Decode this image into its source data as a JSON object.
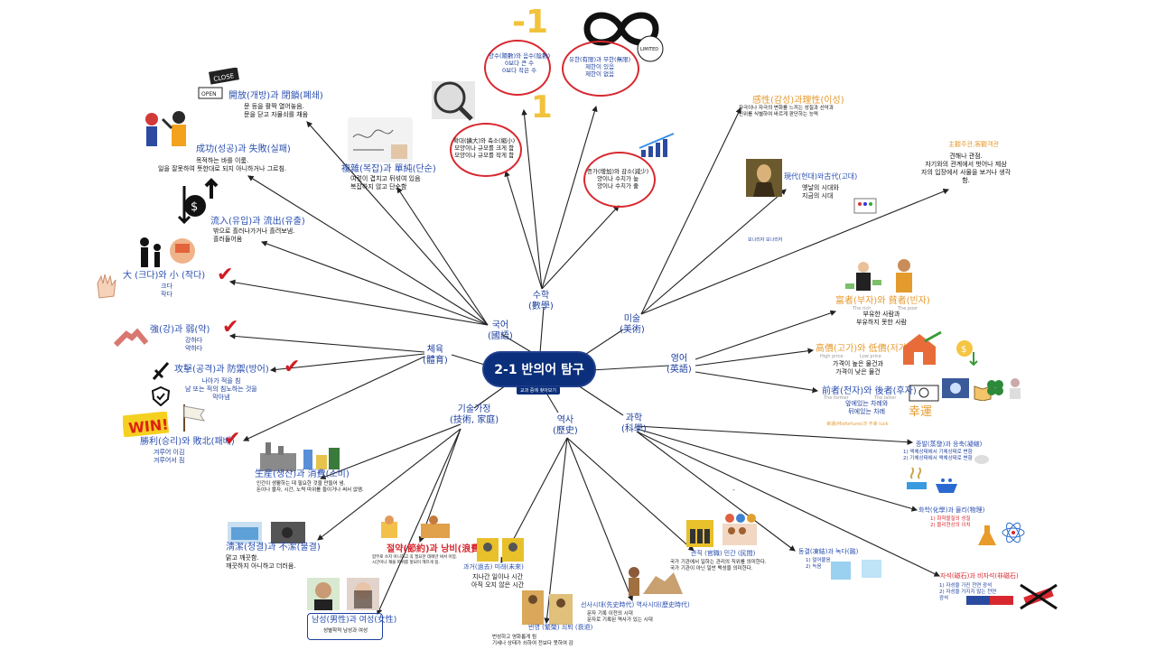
{
  "center": {
    "title": "2-1 반의어 탐구",
    "subtitle": "교과 중에 찾아보기"
  },
  "branches": {
    "korean": "국어\n(國語)",
    "math": "수학\n(數學)",
    "art": "미술\n(美術)",
    "pe": "체육\n(體育)",
    "english": "영어\n(英語)",
    "tech": "기술가정\n(技術, 家庭)",
    "history": "역사\n(歷史)",
    "science": "과학\n(科學)"
  },
  "korean": {
    "open_close": {
      "title": "開放(개방)과 閉鎖(폐쇄)",
      "desc": "문 등을 활짝 열어놓음.\n문을 닫고 자물쇠를 채움"
    },
    "complex_simple": {
      "title": "複雜(복잡)과 單純(단순)",
      "desc": "여럿이 겹치고 뒤섞여 있음\n복잡하지 않고 단순함"
    },
    "success_fail": {
      "title": "成功(성공)과 失敗(실패)",
      "desc": "목적하는 바를 이룸.\n일을 잘못하여 뜻한대로 되지 아니하거나 그르침."
    },
    "inflow_outflow": {
      "title": "流入(유입)과 流出(유출)",
      "desc": "밖으로 흘러나가거나 흘려보냄.\n흘러들어옴"
    },
    "big_small": {
      "title": "大 (크다)와 小 (작다)",
      "desc": "크다\n작다"
    },
    "sign_open": "OPEN",
    "sign_close": "CLOSE"
  },
  "math": {
    "plus_minus": {
      "text": "양수(陽數)와 음수(陰數)\n0보다 큰 수\n0보다 작은 수"
    },
    "finite_infinite": {
      "text": "유한(有限)과 무한(無限)\n제한이 있음\n제한이 없음"
    },
    "enlarge_reduce": {
      "text": "확대(擴大)와 축소(縮小)\n모양이나 규모를 크게 함\n모양이나 규모를 작게 함"
    },
    "increase_decrease": {
      "text": "증가(增加)와 감소(減少)\n양이나 수치가 늚\n양이나 수치가 줆"
    },
    "minus_one": "-1",
    "one": "1",
    "limited": "LIMITED"
  },
  "art": {
    "sense_reason": {
      "title": "感性(감성)과理性(이성)",
      "desc": "자극이나 자극의 변화를 느끼는 성질과 선악과\n진위를 식별하여 바르게 판단하는 능력"
    },
    "subjective": {
      "title": "主觀주관,客觀객관",
      "desc": "견해나 관점.\n자기와의 관계에서 벗어나 제삼\n자의 입장에서 사물을 보거나 생각\n함."
    },
    "modern_ancient": {
      "title": "現代(현대)와古代(고대)",
      "desc": "옛날의 시대와\n지금의 시대"
    },
    "tiny_note": "모나리자 모나리자"
  },
  "pe": {
    "strong_weak": {
      "title": "強(강)과 弱(약)",
      "desc": "강하다\n약하다"
    },
    "attack_defense": {
      "title": "攻擊(공격)과 防禦(방어)",
      "desc": "나아가 적을 침\n남 또는 적의 침노하는 것을\n막아냄"
    },
    "win_lose": {
      "title": "勝利(승리)와 敗北(패배)",
      "desc": "겨루어 이김\n겨루어서 짐"
    },
    "win_text": "WIN!"
  },
  "english": {
    "rich_poor": {
      "title": "富者(부자)와 貧者(빈자)",
      "desc": "부유한 사람과\n부유하지 못한 사람",
      "en1": "The rich",
      "en2": "The poor"
    },
    "high_low": {
      "title": "高價(고가)와 低價(저가)",
      "desc": "가격이 높은 물건과\n가격이 낮은 물건",
      "en1": "High price",
      "en2": "Low price"
    },
    "former_latter": {
      "title": "前者(전자)와 後者(후자)",
      "desc": "앞에있는 차례와\n뒤에있는 차례",
      "en1": "The former",
      "en2": "The latter"
    },
    "luck": "幸運",
    "luck_note": "幸運(Misfortune)과 不幸 luck"
  },
  "tech": {
    "produce_consume": {
      "title": "生産(생산)과 消費(소비)",
      "desc": "인간이 생활하는 데 필요한 것을 만들어 냄.\n돈이나 물자, 시간, 노력 따위를 들이거나 써서 없앰."
    },
    "clean_dirty": {
      "title": "淸潔(청결)과 不潔(불결)",
      "desc": "맑고 깨끗함.\n깨끗하지 아니하고 더러움."
    },
    "thrift_waste": {
      "title": "절약(節約)과 낭비(浪費)",
      "desc": "함부로 쓰지 아니하고 꼭 필요한 데에만 써서 아낌.\n시간이나 재물 따위를 헛되이 헤프게 씀."
    },
    "male_female": {
      "title": "남성(男性)과 여성(女性)",
      "desc": "성별학적 남성과 여성"
    }
  },
  "history": {
    "past_future": {
      "title": "과거(過去) 미래(未來)",
      "desc": "지나간 일이나 시간\n아직 오지 않은 시간"
    },
    "prosper_decline": {
      "title": "번영 (繁榮) 쇠퇴 (衰退)",
      "desc": "번성하고 영화롭게 됨\n기세나 상태가 쇠하여 전보다 못하여 감"
    },
    "prehistoric": {
      "title": "선사시대(先史時代) 역사시대(歷史時代)",
      "desc": "문자 기록 이전의 시대\n문자로 기록된 역사가 있는 시대"
    },
    "official_civilian": {
      "title": "관직 (官職) 민간 (民間)",
      "desc": "국가 기관에서 일하는 관리의 직위를 의미한다.\n국가 기관이 아닌 일반 백성을 의미한다."
    }
  },
  "science": {
    "evap_cond": {
      "title": "증발(蒸發)과 응축(凝縮)",
      "desc": "1) 액체상태에서 기체상태로 변함\n2) 기체상태에서 액체상태로 변함"
    },
    "chem_phys": {
      "title": "화학(化學)과 물리(物理)",
      "desc": "1) 화학물질의 성질\n2) 물리현상의 이치"
    },
    "freeze_melt": {
      "title": "동결(凍結)과 녹다(融)",
      "desc": "1) 얼어붙음\n2) 녹음"
    },
    "magnet": {
      "title": "자석(磁石)과 비자석(非磁石)",
      "desc": "1) 자성을 가진 천연 광석\n2) 자성을 가지지 않는 천연\n광석"
    },
    "dash": "-"
  },
  "colors": {
    "center_bg": "#0b2f7a",
    "branch_text": "#1c3f9e",
    "accent_red": "#d8282f",
    "orange": "#e69a2e"
  }
}
